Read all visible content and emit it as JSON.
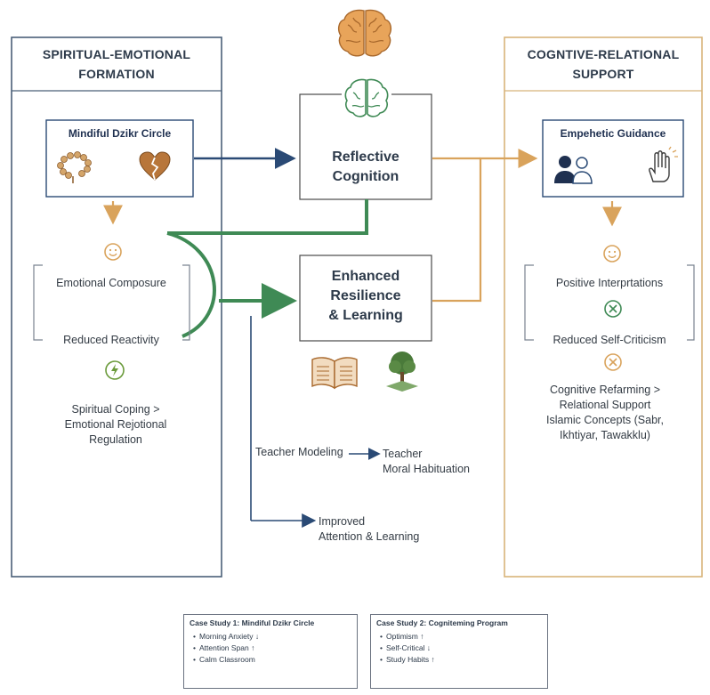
{
  "left_panel": {
    "title_line1": "SPIRITUAL-EMOTIONAL",
    "title_line2": "FORMATION",
    "box_title": "Mindiful Dzikr Circle",
    "item1": "Emotional Composure",
    "item2": "Reduced Reactivity",
    "footer_line1": "Spiritual Coping >",
    "footer_line2": "Emotional Rejotional",
    "footer_line3": "Regulation"
  },
  "right_panel": {
    "title_line1": "COGNTIVE-RELATIONAL",
    "title_line2": "SUPPORT",
    "box_title": "Empehetic Guidance",
    "item1": "Positive Interprtations",
    "item2": "Reduced Self-Criticism",
    "footer_line1": "Cognitive Refarming >",
    "footer_line2": "Relational Support",
    "footer_line3": "Islamic Concepts (Sabr,",
    "footer_line4": "Ikhtiyar, Tawakklu)"
  },
  "center": {
    "reflective_line1": "Reflective",
    "reflective_line2": "Cognition",
    "resilience_line1": "Enhanced",
    "resilience_line2": "Resilience",
    "resilience_line3": "& Learning",
    "teacher_modeling": "Teacher Modeling",
    "teacher_line1": "Teacher",
    "teacher_line2": "Moral Habituation",
    "improved_line1": "Improved",
    "improved_line2": "Attention & Learning"
  },
  "case_studies": [
    {
      "title": "Case Study 1: Mindiful Dzikr Circle",
      "items": [
        "Morning Anxiety ↓",
        "Attention Span ↑",
        "Calm Classroom"
      ]
    },
    {
      "title": "Case Study 2: Cogniteming Program",
      "items": [
        "Optimism ↑",
        "Self-Critical ↓",
        "Study Habits ↑"
      ]
    }
  ],
  "colors": {
    "navy": "#2a4a75",
    "green": "#3f8a55",
    "orange": "#d9a35c",
    "panel_left_border": "#4a5f78",
    "panel_right_border": "#d8b47a"
  },
  "icons": [
    "brain-icon",
    "brain-outline-icon",
    "prayer-beads-icon",
    "broken-heart-icon",
    "smiley-icon",
    "lightning-icon",
    "people-icon",
    "hand-icon",
    "circle-x-icon",
    "open-book-icon",
    "tree-icon"
  ]
}
